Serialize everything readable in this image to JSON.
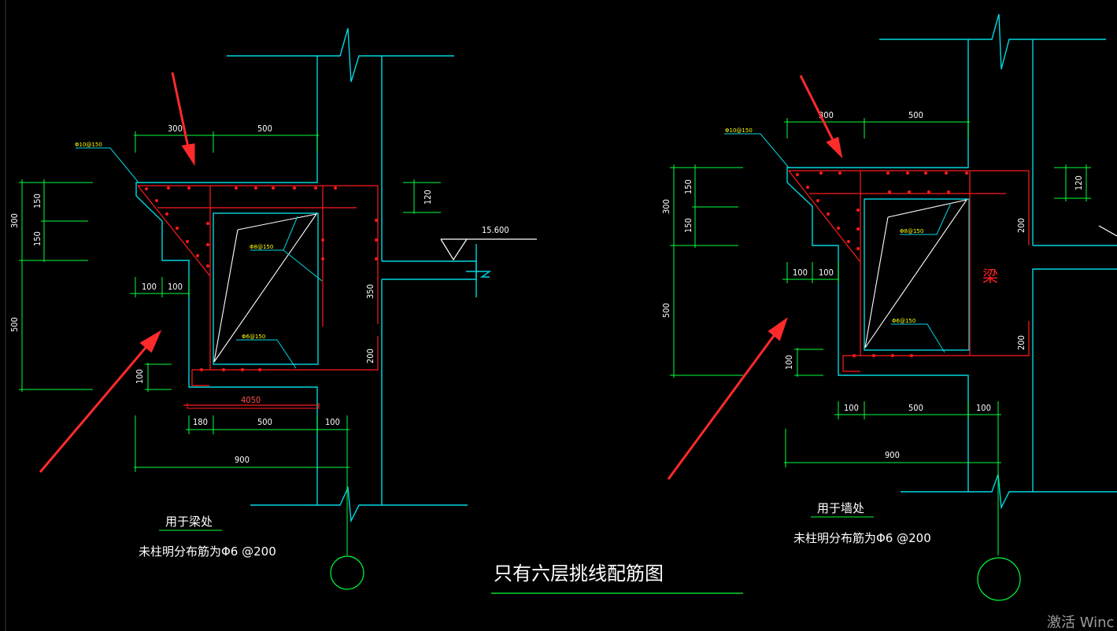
{
  "colors": {
    "background": "#000000",
    "wall": "#00d7e0",
    "dimension": "#00ff3c",
    "rebar": "#ff1a1a",
    "text": "#ffffff",
    "rebar_tag": "#ffff00",
    "arrow": "#ff2a2a"
  },
  "drawing": {
    "title": "只有六层挑线配筋图",
    "left_detail": {
      "caption": "用于梁处",
      "note": "未柱明分布筋为Φ6 @200",
      "top_rebar_tag": "Φ10@150",
      "stirrup_tag_1": "Φ8@150",
      "stirrup_tag_2": "Φ6@150",
      "elevation": "15.600",
      "dims": {
        "top_left": "300",
        "top_right": "500",
        "left_300": "300",
        "left_150a": "150",
        "left_150b": "150",
        "left_500": "500",
        "mid_100a": "100",
        "mid_100b": "100",
        "right_120": "120",
        "right_350": "350",
        "right_200": "200",
        "low_100": "100",
        "length_rebar": "4050",
        "bot_180": "180",
        "bot_500": "500",
        "bot_100": "100",
        "total_900": "900"
      }
    },
    "right_detail": {
      "caption": "用于墙处",
      "note": "未柱明分布筋为Φ6 @200",
      "top_rebar_tag": "Φ10@150",
      "stirrup_tag_1": "Φ8@150",
      "stirrup_tag_2": "Φ6@150",
      "beam_label": "梁",
      "dims": {
        "top_left": "300",
        "top_right": "500",
        "left_300": "300",
        "left_150a": "150",
        "left_150b": "150",
        "left_500": "500",
        "mid_100a": "100",
        "mid_100b": "100",
        "right_120": "120",
        "right_200a": "200",
        "right_200b": "200",
        "low_100": "100",
        "bot_100a": "100",
        "bot_500": "500",
        "bot_100b": "100",
        "total_900": "900"
      }
    },
    "watermark": "激活 Winc"
  }
}
